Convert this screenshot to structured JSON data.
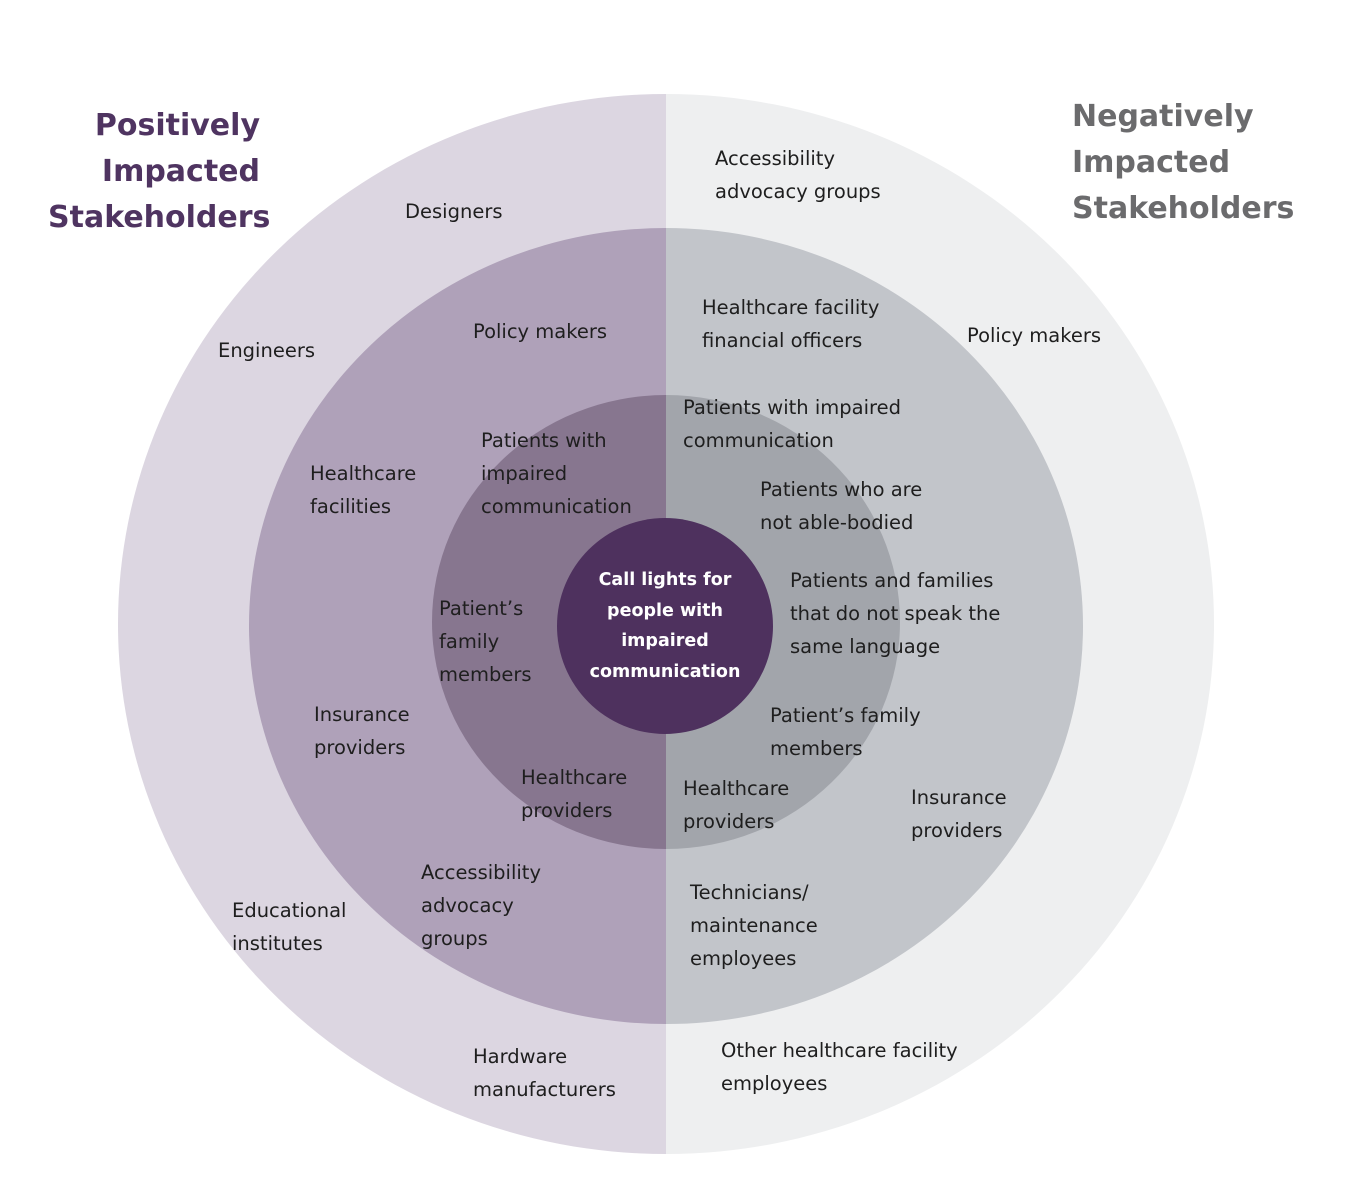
{
  "headings": {
    "positive": [
      "Positively",
      "Impacted",
      "Stakeholders"
    ],
    "negative": [
      "Negatively",
      "Impacted",
      "Stakeholders"
    ]
  },
  "center": [
    "Call lights for",
    "people with",
    "impaired",
    "communication"
  ],
  "positive": {
    "outer": {
      "designers": [
        "Designers"
      ],
      "engineers": [
        "Engineers"
      ],
      "educational_institutes": [
        "Educational",
        "institutes"
      ],
      "hardware_manufacturers": [
        "Hardware",
        "manufacturers"
      ]
    },
    "middle": {
      "policy_makers": [
        "Policy makers"
      ],
      "healthcare_facilities": [
        "Healthcare",
        "facilities"
      ],
      "insurance_providers": [
        "Insurance",
        "providers"
      ],
      "accessibility_advocacy_groups": [
        "Accessibility",
        "advocacy",
        "groups"
      ]
    },
    "inner": {
      "patients_impaired_communication": [
        "Patients with",
        "impaired",
        "communication"
      ],
      "patients_family_members": [
        "Patient’s",
        "family",
        "members"
      ],
      "healthcare_providers": [
        "Healthcare",
        "providers"
      ]
    }
  },
  "negative": {
    "outer": {
      "accessibility_advocacy_groups": [
        "Accessibility",
        "advocacy groups"
      ],
      "policy_makers": [
        "Policy makers"
      ],
      "other_employees": [
        "Other healthcare facility",
        "employees"
      ]
    },
    "middle": {
      "financial_officers": [
        "Healthcare facility",
        "financial officers"
      ],
      "insurance_providers": [
        "Insurance",
        "providers"
      ],
      "technicians": [
        "Technicians/",
        "maintenance",
        "employees"
      ]
    },
    "inner": {
      "patients_impaired_communication": [
        "Patients with impaired",
        "communication"
      ],
      "not_able_bodied": [
        "Patients who are",
        "not able-bodied"
      ],
      "different_language": [
        "Patients and families",
        "that do not speak the",
        "same language"
      ],
      "patients_family_members": [
        "Patient’s family",
        "members"
      ],
      "healthcare_providers": [
        "Healthcare",
        "providers"
      ]
    }
  },
  "colors": {
    "positive_outer": "#dcd6e1",
    "positive_middle": "#afa1b9",
    "positive_inner": "#87768f",
    "negative_outer": "#eeeff0",
    "negative_middle": "#c2c5ca",
    "negative_inner": "#a2a5ab",
    "center": "#4e315e",
    "heading_positive": "#4f3461",
    "heading_negative": "#6b6b6d"
  }
}
